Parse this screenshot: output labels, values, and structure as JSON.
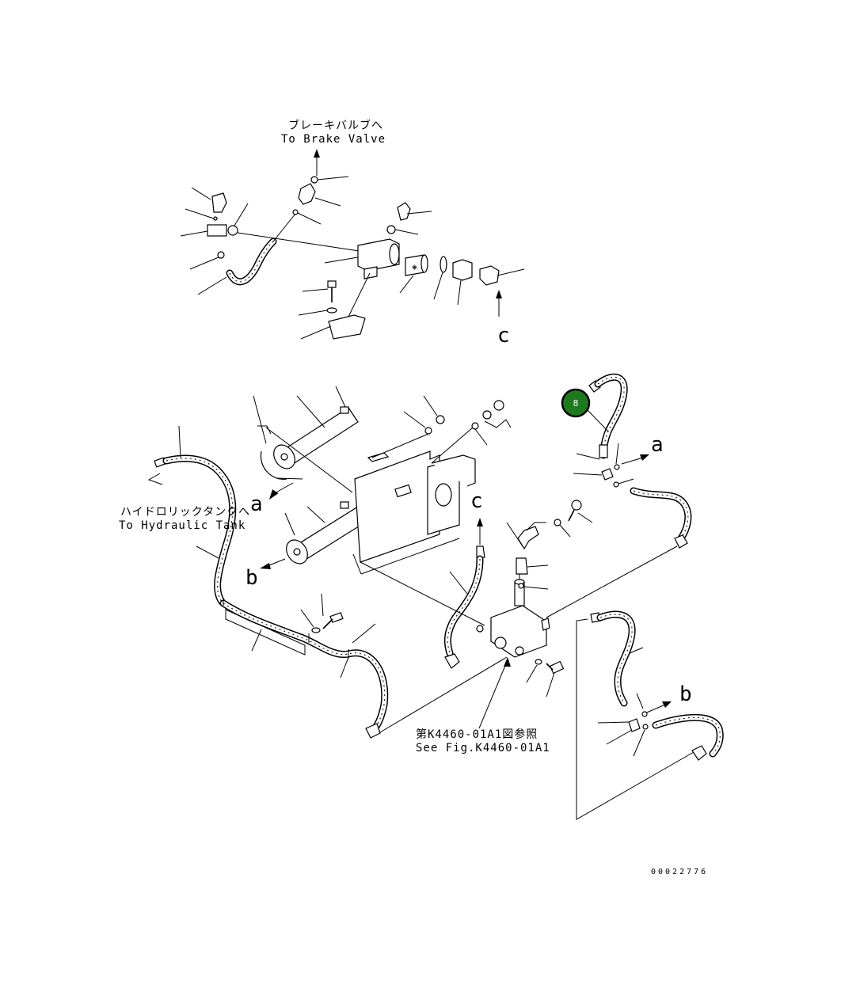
{
  "labels": {
    "brake_valve_jp": "ブレーキバルブへ",
    "brake_valve_en": "To Brake Valve",
    "hydraulic_tank_jp": "ハイドロリックタンクへ",
    "hydraulic_tank_en": "To Hydraulic Tank",
    "see_fig_jp": "第K4460-01A1図参照",
    "see_fig_en": "See Fig.K4460-01A1",
    "drawing_number": "00022776"
  },
  "connection_letters": {
    "c_top": "c",
    "c_mid": "c",
    "a_right": "a",
    "a_left": "a",
    "b_left": "b",
    "b_right": "b"
  },
  "callout": {
    "number": "8",
    "color": "#1f7a1f"
  }
}
